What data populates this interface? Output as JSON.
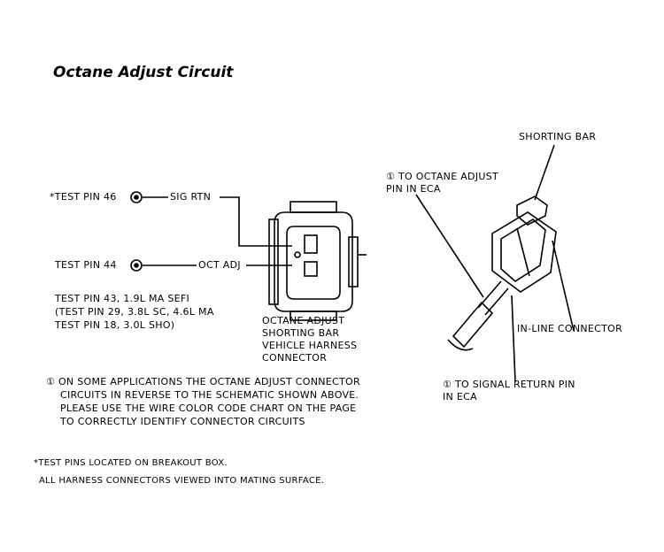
{
  "title": "Octane Adjust Circuit",
  "left": {
    "test_pin_46": "*TEST PIN 46",
    "sig_rtn": "SIG RTN",
    "test_pin_44": "TEST PIN 44",
    "oct_adj": "OCT ADJ",
    "test_pin_note": [
      "TEST PIN 43, 1.9L MA SEFI",
      "(TEST PIN 29, 3.8L SC, 4.6L MA",
      "TEST PIN 18, 3.0L SHO)"
    ],
    "connector_label": [
      "OCTANE ADJUST",
      "SHORTING BAR",
      "VEHICLE HARNESS",
      "CONNECTOR"
    ]
  },
  "right": {
    "shorting_bar": "SHORTING BAR",
    "to_octane_adjust": [
      "① TO OCTANE ADJUST",
      "PIN IN ECA"
    ],
    "in_line_connector": "IN-LINE CONNECTOR",
    "to_signal_return": [
      "① TO SIGNAL RETURN PIN",
      "IN ECA"
    ]
  },
  "notes": {
    "reverse_note": [
      "① ON SOME APPLICATIONS THE OCTANE ADJUST CONNECTOR",
      "CIRCUITS IN REVERSE TO THE SCHEMATIC SHOWN ABOVE.",
      "PLEASE USE THE WIRE COLOR CODE CHART ON THE PAGE",
      "TO CORRECTLY IDENTIFY CONNECTOR CIRCUITS"
    ],
    "footnote_1": "*TEST PINS LOCATED ON BREAKOUT BOX.",
    "footnote_2": "ALL HARNESS CONNECTORS VIEWED INTO MATING SURFACE."
  }
}
